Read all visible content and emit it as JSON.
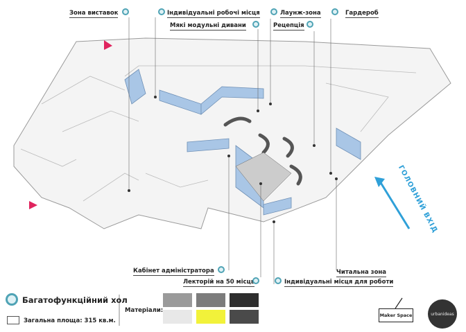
{
  "labels": {
    "exhibition": "Зона виставок",
    "individual_work": "Індивідуальні робочі місця",
    "soft_sofas": "Мякі модульні дивани",
    "lounge": "Лаунж-зона",
    "reception": "Рецепція",
    "wardrobe": "Гардероб",
    "admin_office": "Кабінет адміністратора",
    "lecture_hall": "Лекторій на 50 місць",
    "reading_zone": "Читальна зона",
    "individual_places": "Індивідуальні місця для роботи"
  },
  "entry_label": "ГОЛОВНИЙ ВХІД",
  "footer": {
    "title": "Багатофункційний хол",
    "area": "Загальна площа: 315 кв.м.",
    "materials_label": "Матеріали:",
    "maker_space": "Maker Space",
    "urbanideas": "urbanideas"
  },
  "materials": [
    "#9a9a9a",
    "#7c7c7c",
    "#2e2e2e",
    "#e8e8e8",
    "#f2f23a",
    "#4a4a4a"
  ],
  "colors": {
    "accent": "#4fa3b5",
    "entry": "#2fa0d8",
    "marker": "#e0245e",
    "glass": "#a9c6e6"
  }
}
